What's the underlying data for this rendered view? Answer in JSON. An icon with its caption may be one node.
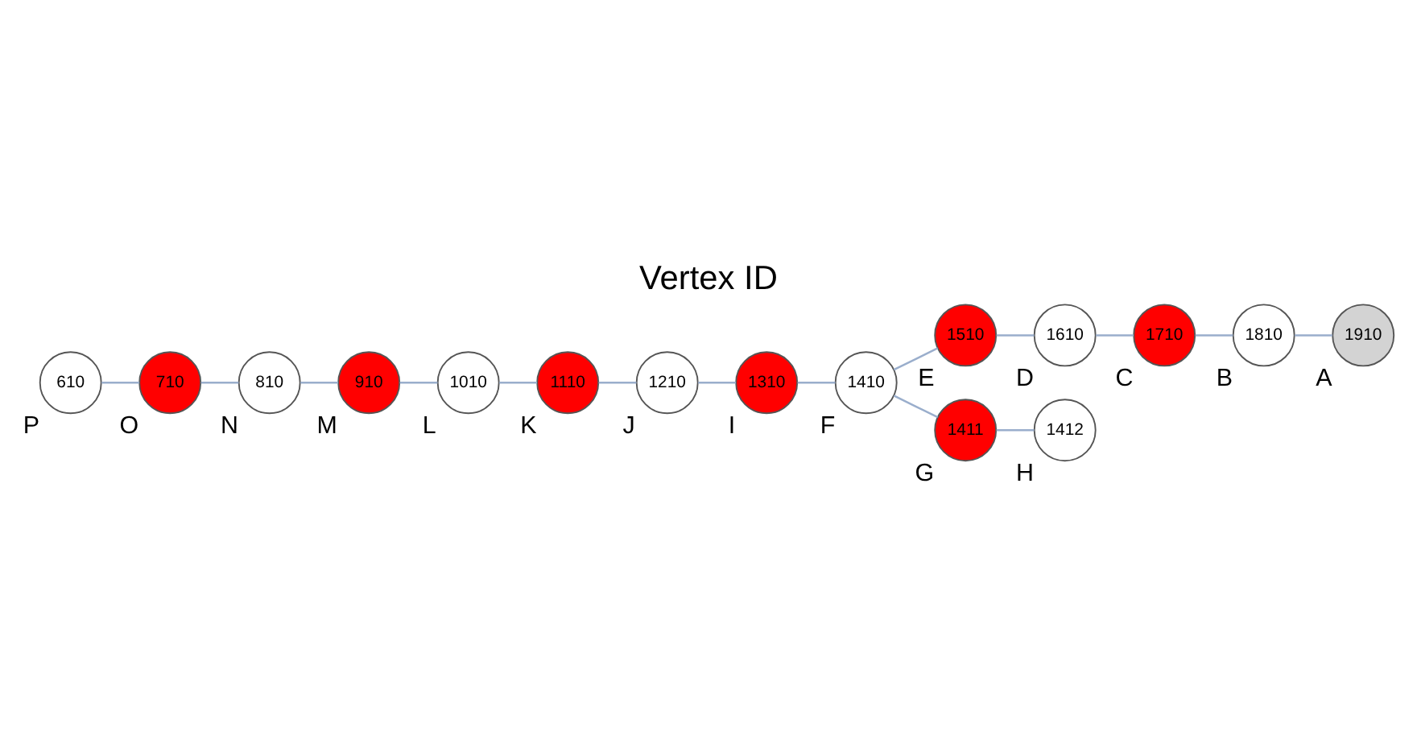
{
  "diagram": {
    "title": "Vertex ID",
    "nodes": [
      {
        "text": [
          "1910"
        ],
        "beside": [
          "A"
        ]
      },
      {
        "text": [
          "1810"
        ],
        "beside": [
          "B"
        ]
      },
      {
        "text": [
          "1710"
        ],
        "beside": [
          "C"
        ]
      },
      {
        "text": [
          "1610"
        ],
        "beside": [
          "D"
        ]
      },
      {
        "text": [
          "1510"
        ],
        "beside": [
          "E"
        ]
      },
      {
        "text": [
          "1410"
        ],
        "beside": [
          "F"
        ]
      },
      {
        "text": [
          "1411"
        ],
        "beside": [
          "G"
        ]
      },
      {
        "text": [
          "1412"
        ],
        "beside": [
          "H"
        ]
      },
      {
        "text": [
          "1310"
        ],
        "beside": [
          "I"
        ]
      },
      {
        "text": [
          "1210"
        ],
        "beside": [
          "J"
        ]
      },
      {
        "text": [
          "1110"
        ],
        "beside": [
          "K"
        ]
      },
      {
        "text": [
          "1010"
        ],
        "beside": [
          "L"
        ]
      },
      {
        "text": [
          "910"
        ],
        "beside": [
          "M"
        ]
      },
      {
        "text": [
          "810"
        ],
        "beside": [
          "N"
        ]
      },
      {
        "text": [
          "710"
        ],
        "beside": [
          "O"
        ]
      },
      {
        "text": [
          "610"
        ],
        "beside": [
          "P"
        ]
      }
    ],
    "edges": [
      {
        "from": 15,
        "to": 14,
        "arrow": "none"
      },
      {
        "from": 14,
        "to": 13,
        "arrow": "none"
      },
      {
        "from": 13,
        "to": 12,
        "arrow": "none"
      },
      {
        "from": 12,
        "to": 11,
        "arrow": "none"
      },
      {
        "from": 11,
        "to": 10,
        "arrow": "none"
      },
      {
        "from": 10,
        "to": 9,
        "arrow": "none"
      },
      {
        "from": 9,
        "to": 8,
        "arrow": "none"
      },
      {
        "from": 8,
        "to": 5,
        "arrow": "none"
      },
      {
        "from": 5,
        "to": 4,
        "arrow": "none"
      },
      {
        "from": 4,
        "to": 3,
        "arrow": "none"
      },
      {
        "from": 3,
        "to": 2,
        "arrow": "none"
      },
      {
        "from": 2,
        "to": 1,
        "arrow": "none"
      },
      {
        "from": 1,
        "to": 0,
        "arrow": "none"
      },
      {
        "from": 5,
        "to": 6,
        "arrow": "none"
      },
      {
        "from": 6,
        "to": 7,
        "arrow": "none"
      }
    ]
  }
}
